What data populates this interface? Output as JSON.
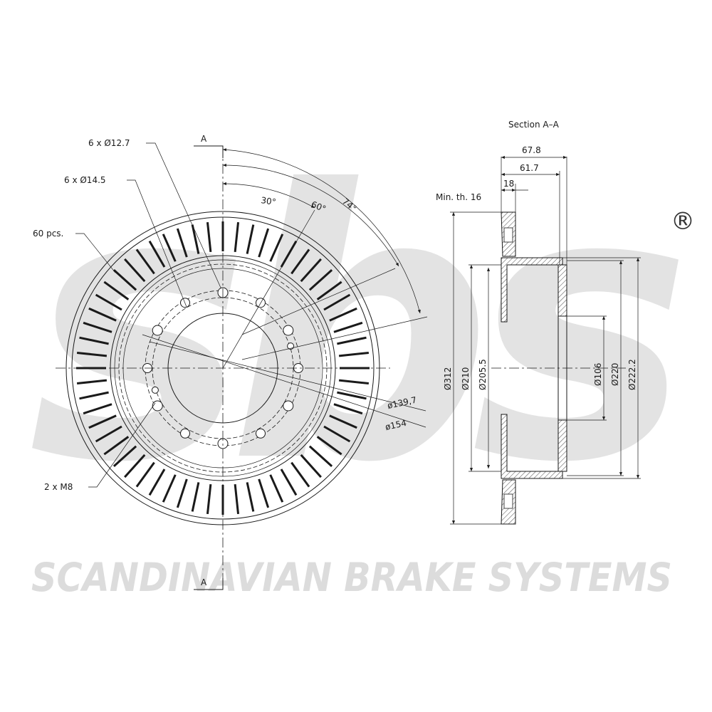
{
  "brand": {
    "logo_text": "sbs",
    "registered_mark": "®",
    "tagline": "SCANDINAVIAN BRAKE SYSTEMS",
    "watermark_color": "#e3e3e3"
  },
  "front_view": {
    "section_marker_top": "A",
    "section_marker_bottom": "A",
    "callouts": {
      "bolt_holes_small": "6 x Ø12.7",
      "bolt_holes_large": "6 x Ø14.5",
      "vanes": "60 pcs.",
      "threaded_holes": "2 x M8"
    },
    "angles": {
      "a30": "30°",
      "a60": "60°",
      "a74": "74°"
    },
    "pcd": {
      "d139": "ø139,7",
      "d154": "ø154"
    }
  },
  "section_view": {
    "title": "Section A–A",
    "widths": {
      "w678": "67.8",
      "w617": "61.7",
      "w18": "18",
      "min_th_label": "Min. th. 16"
    },
    "diameters": {
      "d312": "Ø312",
      "d210": "Ø210",
      "d2055": "Ø205.5",
      "d106": "Ø106",
      "d220": "Ø220",
      "d2222": "Ø222.2"
    }
  }
}
